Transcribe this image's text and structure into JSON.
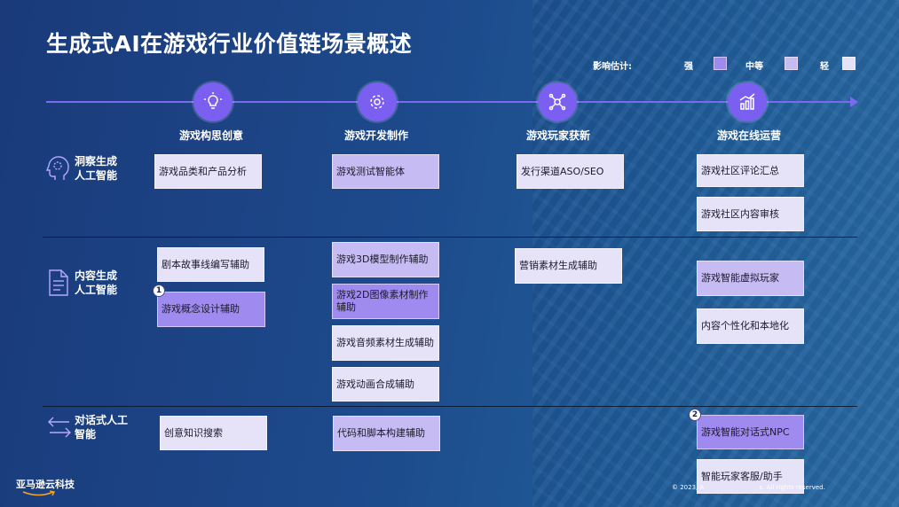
{
  "title": "生成式AI在游戏行业价值链场景概述",
  "legend": {
    "label": "影响估计:",
    "strong": "强",
    "medium": "中等",
    "light": "轻",
    "colors": {
      "strong": "#9f8af0",
      "medium": "#c6bbf3",
      "light": "#e6e2f8"
    }
  },
  "stages": [
    "游戏构思创意",
    "游戏开发制作",
    "游戏玩家获新",
    "游戏在线运营"
  ],
  "rows": [
    "洞察生成\n人工智能",
    "内容生成\n人工智能",
    "对话式人工\n智能"
  ],
  "cards": {
    "r1c1": "游戏品类和产品分析",
    "r1c2": "游戏测试智能体",
    "r1c3": "发行渠道ASO/SEO",
    "r1c4a": "游戏社区评论汇总",
    "r1c4b": "游戏社区内容审核",
    "r2c1a": "剧本故事线编写辅助",
    "r2c1b": "游戏概念设计辅助",
    "r2c2a": "游戏3D模型制作辅助",
    "r2c2b": "游戏2D图像素材制作辅助",
    "r2c2c": "游戏音频素材生成辅助",
    "r2c2d": "游戏动画合成辅助",
    "r2c3": "营销素材生成辅助",
    "r2c4a": "游戏智能虚拟玩家",
    "r2c4b": "内容个性化和本地化",
    "r3c1": "创意知识搜索",
    "r3c2": "代码和脚本构建辅助",
    "r3c4a": "游戏智能对话式NPC",
    "r3c4b": "智能玩家客服/助手"
  },
  "badges": [
    "1",
    "2"
  ],
  "logo": "亚马逊云科技",
  "copyright": "© 2023, A",
  "copyright_tail": "s. All rights reserved."
}
